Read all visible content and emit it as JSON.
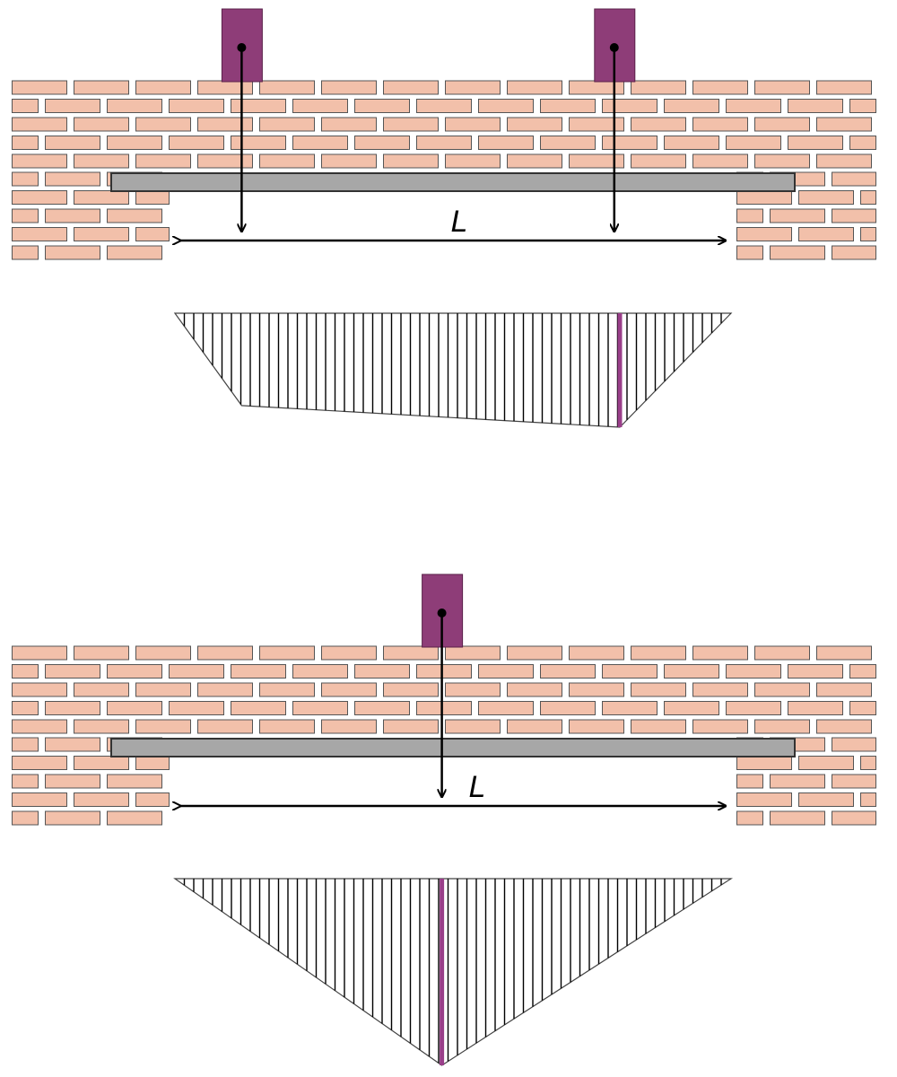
{
  "colors": {
    "brick_fill": "#f2c0aa",
    "brick_stroke": "#555555",
    "mortar": "#ffffff",
    "lintel_fill": "#a7a7a7",
    "lintel_stroke": "#333333",
    "load_block": "#8e3d78",
    "arrow": "#000000",
    "hatch": "#000000",
    "max_moment_marker": "#9a3f8a"
  },
  "scenarios": [
    {
      "id": "two-point-loads",
      "span_label": "L",
      "load_positions": [
        0.12,
        0.79
      ],
      "moment_diagram": {
        "shape": "trapezoidal",
        "profile": [
          [
            0,
            0
          ],
          [
            0.12,
            0.81
          ],
          [
            0.8,
            1.0
          ],
          [
            1,
            0
          ]
        ],
        "max_at": 0.8
      }
    },
    {
      "id": "single-point-load",
      "span_label": "L",
      "load_positions": [
        0.48
      ],
      "moment_diagram": {
        "shape": "triangular",
        "profile": [
          [
            0,
            0
          ],
          [
            0.48,
            1.0
          ],
          [
            1,
            0
          ]
        ],
        "max_at": 0.48
      }
    }
  ]
}
